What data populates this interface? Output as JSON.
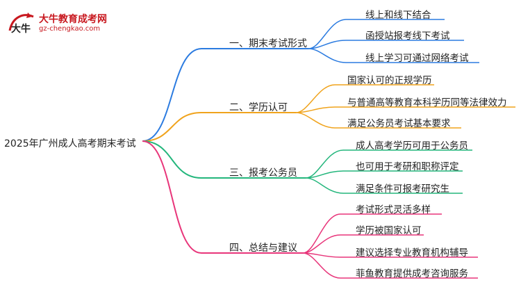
{
  "logo": {
    "title": "大牛教育成考网",
    "url": "gz-chengkao.com",
    "mark_text": "大牛",
    "color": "#c8181f"
  },
  "root": {
    "label": "2025年广州成人高考期末考试"
  },
  "branches": [
    {
      "label": "一、期末考试形式",
      "color": "#2b7be0",
      "children": [
        "线上和线下结合",
        "函授站报考线下考试",
        "线上学习可通过网络考试"
      ]
    },
    {
      "label": "二、学历认可",
      "color": "#f0a31c",
      "children": [
        "国家认可的正规学历",
        "与普通高等教育本科学历同等法律效力",
        "满足公务员考试基本要求"
      ]
    },
    {
      "label": "三、报考公务员",
      "color": "#23b67c",
      "children": [
        "成人高考学历可用于公务员",
        "也可用于考研和职称评定",
        "满足条件可报考研究生"
      ]
    },
    {
      "label": "四、总结与建议",
      "color": "#e8357a",
      "children": [
        "考试形式灵活多样",
        "学历被国家认可",
        "建议选择专业教育机构辅导",
        "菲鱼教育提供成考咨询服务"
      ]
    }
  ]
}
